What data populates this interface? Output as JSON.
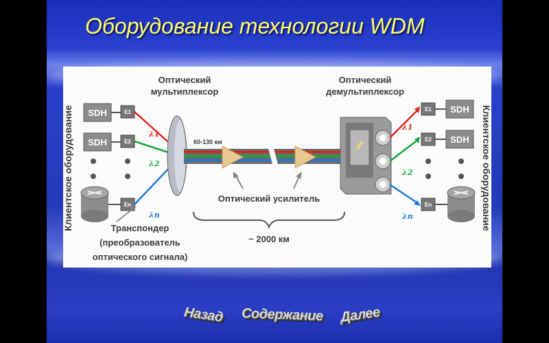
{
  "slide": {
    "title": "Оборудование технологии WDM"
  },
  "diagram": {
    "client_label_left": "Клиентское оборудование",
    "client_label_right": "Клиентское оборудование",
    "mux_label_line1": "Оптический",
    "mux_label_line2": "мультиплексор",
    "demux_label_line1": "Оптический",
    "demux_label_line2": "демультиплексор",
    "sdh_label": "SDH",
    "transponder_labels": [
      "E1",
      "E2",
      "En"
    ],
    "lambda_labels": [
      "λ1",
      "λ2",
      "λn"
    ],
    "span_label": "60-130 км",
    "amplifier_label": "Оптический усилитель",
    "distance_label": "~ 2000 км",
    "transponder_line1": "Транспондер",
    "transponder_line2": "(преобразователь",
    "transponder_line3": "оптического сигнала)",
    "colors": {
      "red": "#e0201a",
      "green": "#18a838",
      "blue": "#1a78d8",
      "amp": "#e8c890",
      "box": "#8c8c8c"
    }
  },
  "nav": {
    "back": "Назад",
    "contents": "Содержание",
    "next": "Далее"
  }
}
